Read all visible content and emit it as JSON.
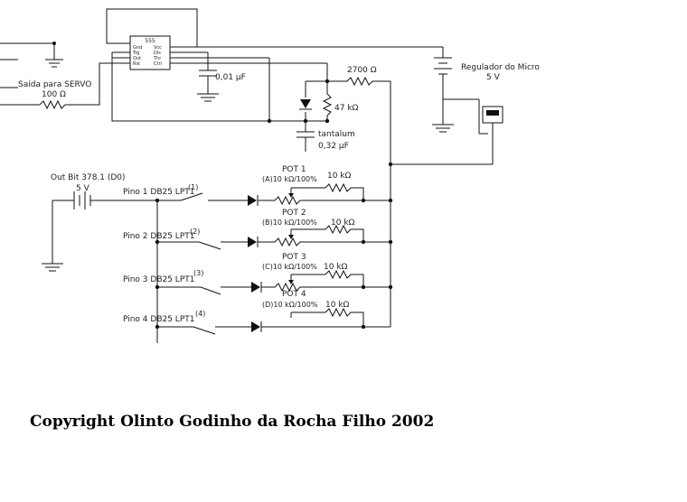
{
  "chip": {
    "name": "555",
    "pins_left": [
      "Gnd",
      "Trg",
      "Out",
      "Rst"
    ],
    "pins_right": [
      "Vcc",
      "Dis",
      "Thr",
      "Ctrl"
    ]
  },
  "labels": {
    "servo_out": "Saída para SERVO",
    "r_servo": "100 Ω",
    "cap_timing": "0,01 µF",
    "r_2700": "2700 Ω",
    "r_47k": "47 kΩ",
    "cap_tantalum": "tantalum",
    "cap_tantalum_value": "0,32 µF",
    "regulator": "Regulador do Micro",
    "regulator_voltage": "5 V",
    "pot1_name": "POT 1",
    "pot1_value": "(A)10 kΩ/100%",
    "pot2_name": "POT 2",
    "pot2_value": "(B)10 kΩ/100%",
    "pot3_name": "POT 3",
    "pot3_value": "(C)10 kΩ/100%",
    "pot4_name": "POT 4",
    "pot4_value": "(D)10 kΩ/100%",
    "r_10k_1": "10 kΩ",
    "r_10k_2": "10 kΩ",
    "r_10k_3": "10 kΩ",
    "r_10k_4": "10 kΩ",
    "out_pin": "Out Bit 378.1 (D0)",
    "out_pin_voltage": "5 V",
    "pino1": "Pino 1 DB25 LPT1",
    "pino2": "Pino 2 DB25 LPT1",
    "pino3": "Pino 3 DB25 LPT1",
    "pino4": "Pino 4 DB25 LPT1",
    "sw1": "(1)",
    "sw2": "(2)",
    "sw3": "(3)",
    "sw4": "(4)"
  },
  "copyright": "Copyright Olinto Godinho da Rocha Filho 2002"
}
